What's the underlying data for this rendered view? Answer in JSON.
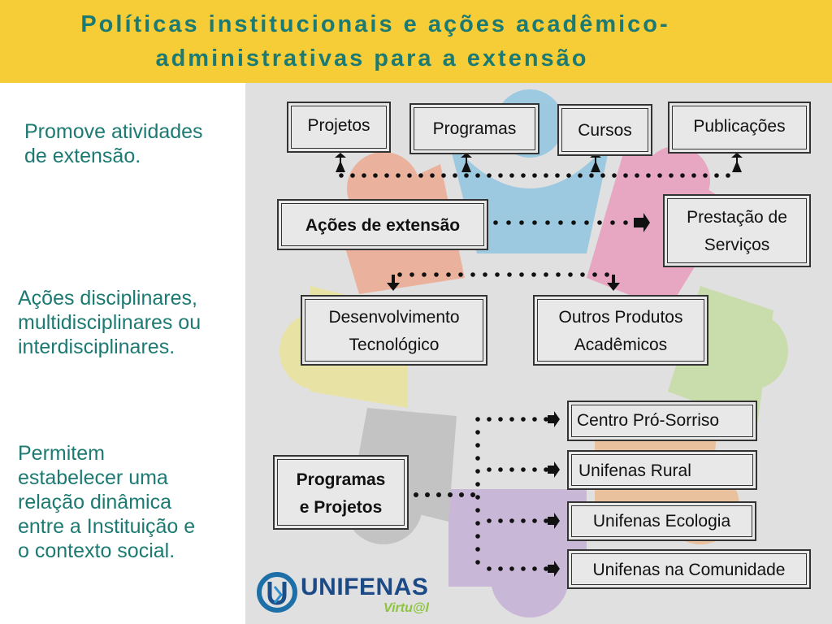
{
  "header": {
    "title_line1": "Políticas institucionais e ações acadêmico-",
    "title_line2": "administrativas para a extensão"
  },
  "left_panel": {
    "text1": [
      "Promove atividades",
      "de extensão."
    ],
    "text2": [
      "Ações disciplinares,",
      "multidisciplinares ou",
      "interdisciplinares."
    ],
    "text3": [
      "Permitem",
      "estabelecer uma",
      "relação dinâmica",
      "entre a Instituição e",
      "o contexto social."
    ]
  },
  "diagram": {
    "top_boxes": [
      "Projetos",
      "Programas",
      "Cursos",
      "Publicações"
    ],
    "acoes": "Ações de extensão",
    "prestacao": [
      "Prestação de",
      "Serviços"
    ],
    "desenvolvimento": [
      "Desenvolvimento",
      "Tecnológico"
    ],
    "outros": [
      "Outros Produtos",
      "Acadêmicos"
    ],
    "programas_projetos": [
      "Programas",
      "e Projetos"
    ],
    "right_list": [
      "Centro Pró-Sorriso",
      "Unifenas Rural",
      "Unifenas Ecologia",
      "Unifenas na Comunidade"
    ]
  },
  "logo": {
    "name": "UNIFENAS",
    "sub": "Virtu@l"
  },
  "colors": {
    "header_bg": "#f7cd37",
    "title_text": "#1c7a72",
    "panel_bg": "#e0e0e0"
  }
}
